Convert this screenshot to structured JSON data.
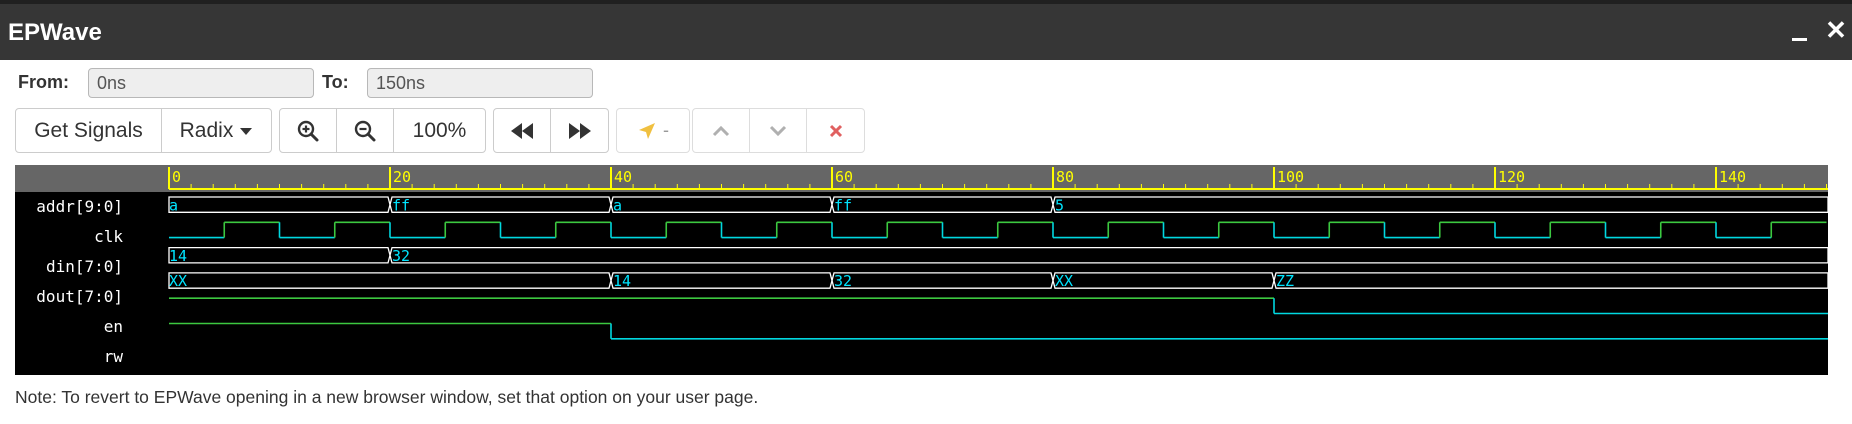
{
  "window": {
    "title": "EPWave",
    "minimize_icon": "minimize-icon",
    "close_icon": "close-icon",
    "close_glyph": "✕"
  },
  "range": {
    "from_label": "From:",
    "from_value": "0ns",
    "to_label": "To:",
    "to_value": "150ns"
  },
  "toolbar": {
    "get_signals_label": "Get Signals",
    "radix_label": "Radix",
    "zoom_in_icon": "zoom-in-icon",
    "zoom_out_icon": "zoom-out-icon",
    "zoom_level": "100%",
    "prev_icon": "fast-backward-icon",
    "next_icon": "fast-forward-icon",
    "cursor_icon": "cursor-icon",
    "cursor_value": "-",
    "up_icon": "chevron-up-icon",
    "down_icon": "chevron-down-icon",
    "remove_icon": "remove-icon",
    "colors": {
      "cursor": "#f0c040",
      "disabled": "#b0b0b0",
      "remove": "#e06060"
    }
  },
  "waveform": {
    "colors": {
      "ruler_text": "#ffff00",
      "bus": "#ffffff",
      "value_text": "#00e5ff",
      "high": "#3cc840",
      "low": "#00d8e0"
    },
    "time_range": [
      0,
      150
    ],
    "ruler_ticks": [
      0,
      20,
      40,
      60,
      80,
      100,
      120,
      140
    ],
    "clock_half_period": 5,
    "signals": [
      {
        "name": "addr[9:0]",
        "kind": "bus",
        "segments": [
          {
            "t": 0,
            "v": "a"
          },
          {
            "t": 20,
            "v": "ff"
          },
          {
            "t": 40,
            "v": "a"
          },
          {
            "t": 60,
            "v": "ff"
          },
          {
            "t": 80,
            "v": "5"
          }
        ]
      },
      {
        "name": "clk",
        "kind": "clock"
      },
      {
        "name": "din[7:0]",
        "kind": "bus",
        "segments": [
          {
            "t": 0,
            "v": "14"
          },
          {
            "t": 20,
            "v": "32"
          }
        ]
      },
      {
        "name": "dout[7:0]",
        "kind": "bus",
        "segments": [
          {
            "t": 0,
            "v": "XX"
          },
          {
            "t": 40,
            "v": "14"
          },
          {
            "t": 60,
            "v": "32"
          },
          {
            "t": 80,
            "v": "XX"
          },
          {
            "t": 100,
            "v": "ZZ"
          }
        ]
      },
      {
        "name": "en",
        "kind": "bit",
        "transitions": [
          {
            "t": 0,
            "v": 1
          },
          {
            "t": 100,
            "v": 0
          }
        ]
      },
      {
        "name": "rw",
        "kind": "bit",
        "transitions": [
          {
            "t": 0,
            "v": 1
          },
          {
            "t": 40,
            "v": 0
          }
        ]
      }
    ]
  },
  "note": "Note: To revert to EPWave opening in a new browser window, set that option on your user page."
}
